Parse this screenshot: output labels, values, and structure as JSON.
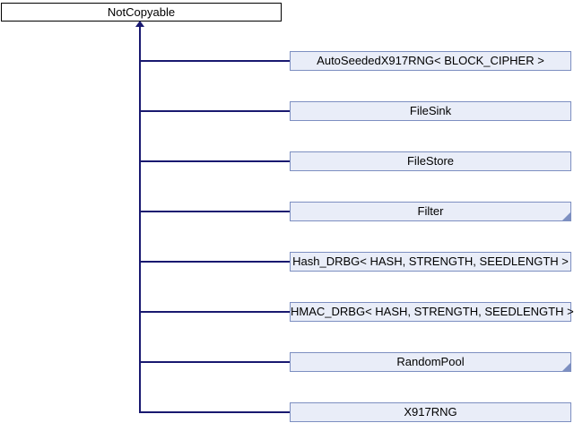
{
  "diagram": {
    "base": {
      "label": "NotCopyable"
    },
    "derived": [
      {
        "label": "AutoSeededX917RNG< BLOCK_CIPHER >",
        "truncated": false
      },
      {
        "label": "FileSink",
        "truncated": false
      },
      {
        "label": "FileStore",
        "truncated": false
      },
      {
        "label": "Filter",
        "truncated": true
      },
      {
        "label": "Hash_DRBG< HASH, STRENGTH, SEEDLENGTH >",
        "truncated": false
      },
      {
        "label": "HMAC_DRBG< HASH, STRENGTH, SEEDLENGTH >",
        "truncated": false
      },
      {
        "label": "RandomPool",
        "truncated": true
      },
      {
        "label": "X917RNG",
        "truncated": false
      }
    ],
    "colors": {
      "node_fill": "#e9edf8",
      "node_border": "#7d8fc1",
      "base_fill": "#ffffff",
      "base_border": "#000000",
      "edge": "#191970",
      "text": "#000000"
    }
  }
}
